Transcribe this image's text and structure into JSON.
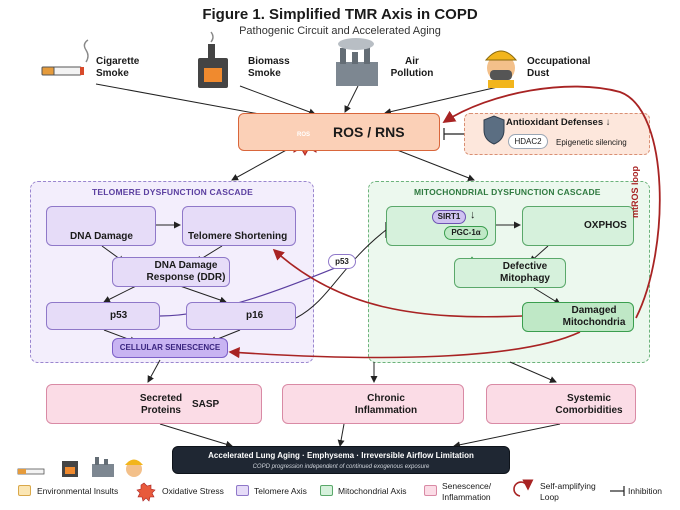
{
  "header": {
    "title": "Figure 1. Simplified TMR Axis in COPD",
    "subtitle": "Pathogenic Circuit and Accelerated Aging"
  },
  "sources": [
    {
      "label": "Cigarette\nSmoke",
      "icon": "cigarette-icon"
    },
    {
      "label": "Biomass\nSmoke",
      "icon": "stove-icon"
    },
    {
      "label": "Air\nPollution",
      "icon": "factory-icon"
    },
    {
      "label": "Occupational\nDust",
      "icon": "worker-icon"
    }
  ],
  "ros": {
    "label": "ROS / RNS",
    "badge": "ROS"
  },
  "antioxidant": {
    "title": "Antioxidant Defenses ↓",
    "tag": "HDAC2",
    "note": "Epigenetic silencing"
  },
  "telomere_cluster": {
    "title": "TELOMERE DYSFUNCTION CASCADE",
    "dna_damage": "DNA Damage",
    "telomere_shortening": "Telomere Shortening",
    "ddr": "DNA Damage\nResponse (DDR)",
    "p53": "p53",
    "p16": "p16",
    "senescence": "CELLULAR SENESCENCE"
  },
  "mito_cluster": {
    "title": "MITOCHONDRIAL DYSFUNCTION CASCADE",
    "sirt1": "SIRT1",
    "sirt1_arrow": "↓",
    "pgc": "PGC-1α",
    "oxphos": "OXPHOS",
    "mitophagy": "Defective\nMitophagy",
    "damaged": "Damaged\nMitochondria"
  },
  "link_label": "p53",
  "loop_label": "mtROS loop",
  "outcomes": {
    "sasp_a": "Secreted\nProteins",
    "sasp_b": "SASP",
    "inflammation": "Chronic\nInflammation",
    "comorbidities": "Systemic\nComorbidities"
  },
  "final": {
    "title": "Accelerated Lung Aging · Emphysema · Irreversible Airflow Limitation",
    "note": "COPD progression independent of continued exogenous exposure"
  },
  "legend": {
    "env": "Environmental Insults",
    "ox": "Oxidative Stress",
    "tel": "Telomere Axis",
    "mito": "Mitochondrial Axis",
    "sen": "Senescence/\nInflammation",
    "loop": "Self-amplifying\nLoop",
    "inhib": "Inhibition"
  },
  "colors": {
    "ros_fill": "#fbd0b7",
    "telomere_fill": "#e6dcf8",
    "mito_fill": "#d6f1dc",
    "senescence_fill": "#fbdce6",
    "loop_red": "#a82323",
    "final_fill": "#1f2733"
  }
}
